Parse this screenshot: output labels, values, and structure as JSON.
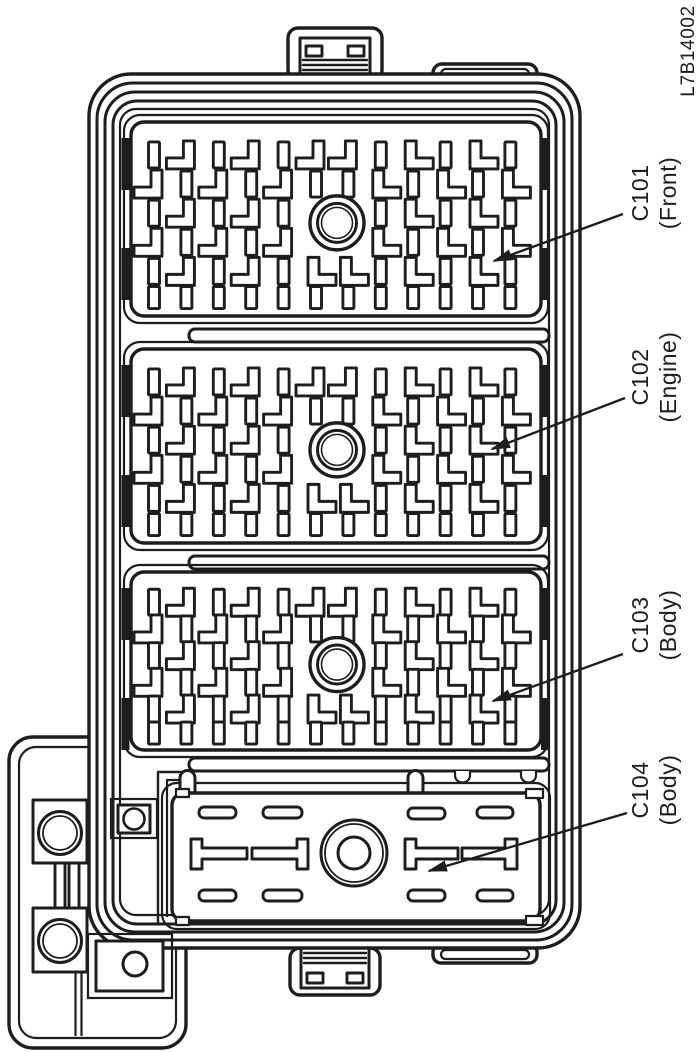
{
  "figure": {
    "code": "L7B14002",
    "ink_color": "#1d1d1b",
    "background_color": "#ffffff",
    "callouts": [
      {
        "id": "C101",
        "location": "(Front)"
      },
      {
        "id": "C102",
        "location": "(Engine)"
      },
      {
        "id": "C103",
        "location": "(Body)"
      },
      {
        "id": "C104",
        "location": "(Body)"
      }
    ],
    "pin_pattern": [
      "ijijijjilili",
      "jijijiililil",
      "ijiji--ilili",
      "jijij--lilil",
      "ijijillilili",
      "iiiiiiiiiiii"
    ]
  }
}
